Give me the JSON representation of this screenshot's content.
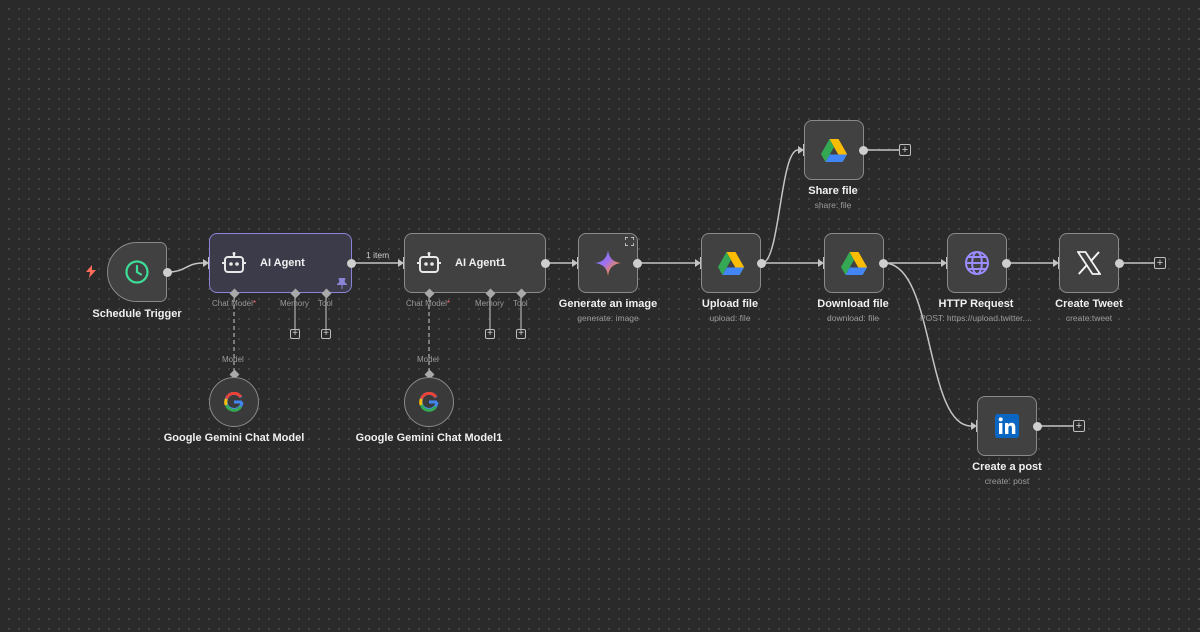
{
  "nodes": {
    "schedule_trigger": {
      "label": "Schedule Trigger"
    },
    "ai_agent": {
      "label": "AI Agent",
      "ports": {
        "chat_model": "Chat Model",
        "memory": "Memory",
        "tool": "Tool"
      }
    },
    "ai_agent1": {
      "label": "AI Agent1",
      "ports": {
        "chat_model": "Chat Model",
        "memory": "Memory",
        "tool": "Tool"
      }
    },
    "gemini_model": {
      "label": "Google Gemini Chat Model",
      "port": "Model"
    },
    "gemini_model1": {
      "label": "Google Gemini Chat Model1",
      "port": "Model"
    },
    "generate_image": {
      "label": "Generate an image",
      "subtitle": "generate: image"
    },
    "upload_file": {
      "label": "Upload file",
      "subtitle": "upload: file"
    },
    "share_file": {
      "label": "Share file",
      "subtitle": "share: file"
    },
    "download_file": {
      "label": "Download file",
      "subtitle": "download: file"
    },
    "http_request": {
      "label": "HTTP Request",
      "subtitle": "POST: https://upload.twitter...."
    },
    "create_tweet": {
      "label": "Create Tweet",
      "subtitle": "create:tweet"
    },
    "create_post": {
      "label": "Create a post",
      "subtitle": "create: post"
    }
  },
  "connections": {
    "agent_items_label": "1 item"
  },
  "add_glyph": "+",
  "required_mark": "*",
  "colors": {
    "canvas": "#2a2a2a",
    "node_fill": "#414141",
    "node_border": "#8a8a8a",
    "selected_border": "#8a84d6",
    "trigger_bolt": "#ff6d5a",
    "clock_green": "#3ddc97",
    "globe_purple": "#9b8cff",
    "linkedin_blue": "#0a66c2"
  },
  "icons": [
    "bolt-icon",
    "clock-icon",
    "robot-icon",
    "pin-icon",
    "google-g-icon",
    "gemini-sparkle-icon",
    "expand-icon",
    "google-drive-icon",
    "globe-icon",
    "x-logo-icon",
    "linkedin-icon",
    "plus-icon"
  ]
}
